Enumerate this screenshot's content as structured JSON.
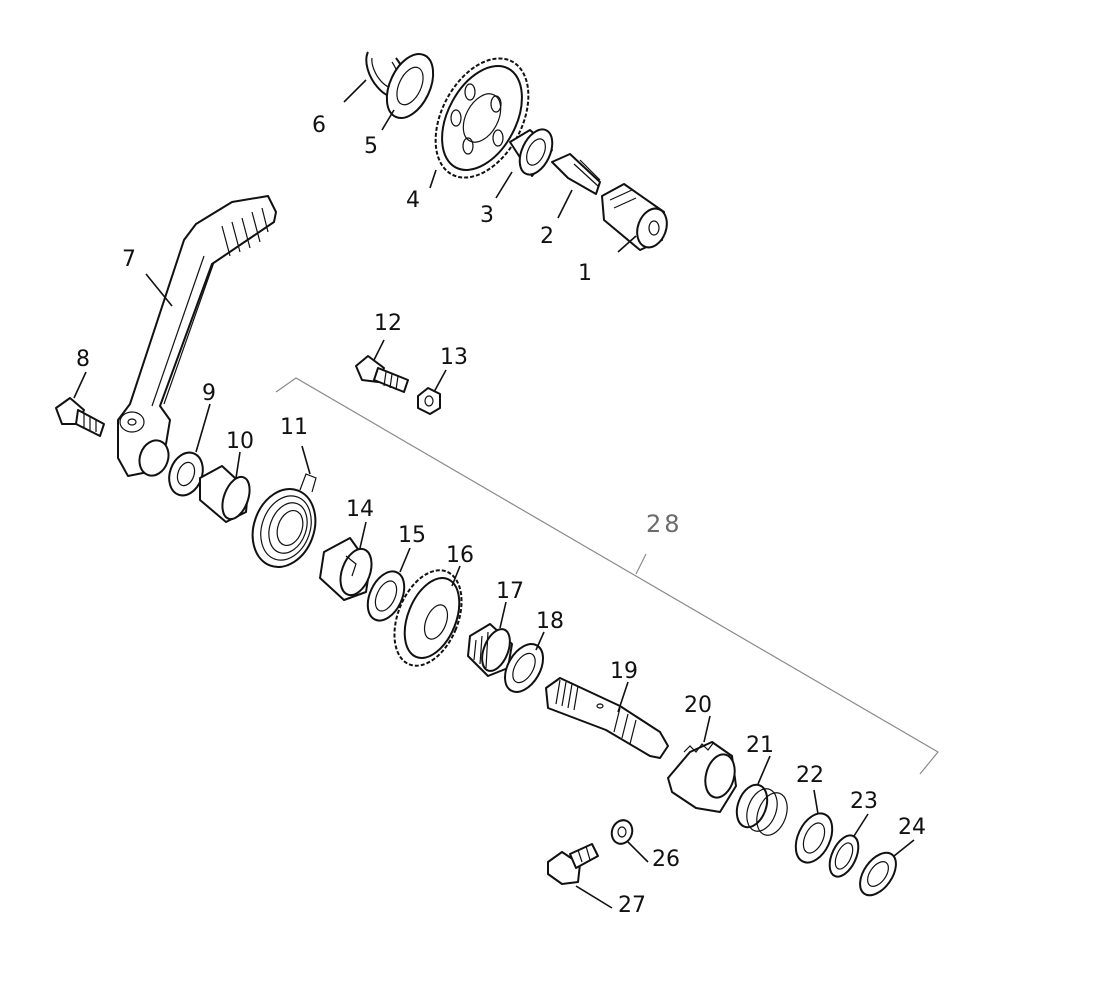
{
  "diagram": {
    "labels": {
      "p1": "1",
      "p2": "2",
      "p3": "3",
      "p4": "4",
      "p5": "5",
      "p6": "6",
      "p7": "7",
      "p8": "8",
      "p9": "9",
      "p10": "10",
      "p11": "11",
      "p12": "12",
      "p13": "13",
      "p14": "14",
      "p15": "15",
      "p16": "16",
      "p17": "17",
      "p18": "18",
      "p19": "19",
      "p20": "20",
      "p21": "21",
      "p22": "22",
      "p23": "23",
      "p24": "24",
      "p26": "26",
      "p27": "27",
      "p28": "28"
    }
  }
}
